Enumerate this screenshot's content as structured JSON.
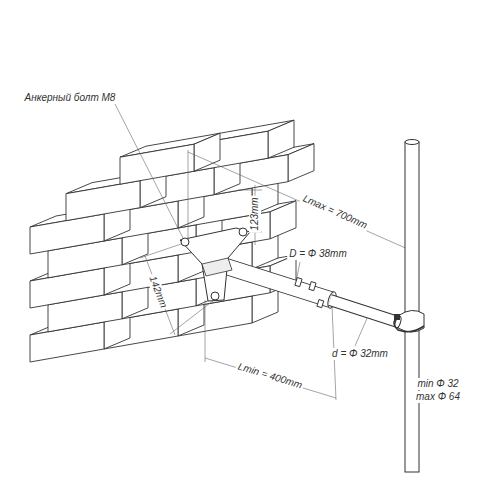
{
  "diagram": {
    "labels": [
      "Анкерный болт М8",
      "Lmax = 700mm",
      "D = Φ 38mm",
      "123mm",
      "142mm",
      "d = Φ 32mm",
      "Lmin = 400mm",
      "min Φ 32",
      "max Φ 64"
    ]
  }
}
